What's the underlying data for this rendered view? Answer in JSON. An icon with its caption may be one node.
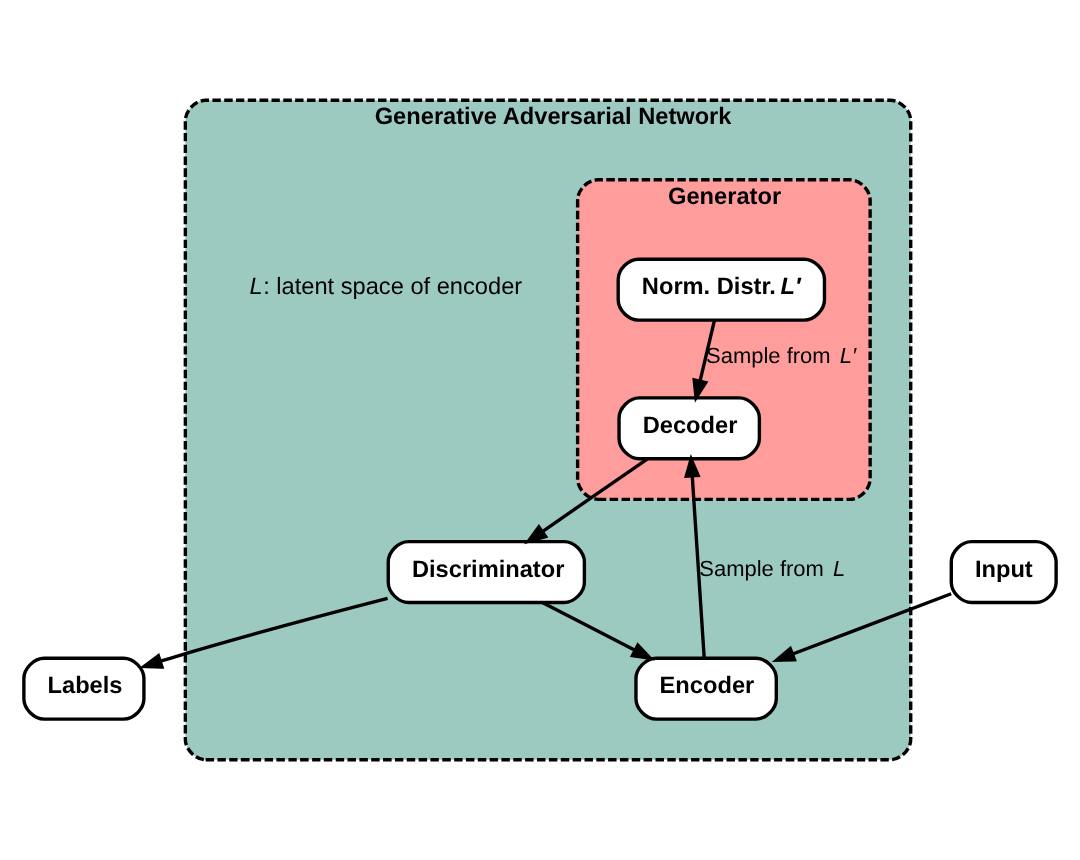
{
  "diagram": {
    "nodes": [
      {
        "text": [
          "Generative Adversarial Network"
        ]
      },
      {
        "text": [
          "Input"
        ]
      },
      {
        "text": [
          "Encoder"
        ],
        "in": 0
      },
      {
        "text": [
          "Generator"
        ],
        "in": 0
      },
      {
        "text": [
          "Norm. Distr. *L′*"
        ],
        "in": 3
      },
      {
        "text": [
          "Decoder"
        ],
        "in": 3
      },
      {
        "text": [
          "Discriminator"
        ],
        "in": 0
      },
      {
        "text": [
          "Labels"
        ]
      }
    ],
    "edges": [
      {
        "from": 1,
        "to": 2,
        "arrow": "to"
      },
      {
        "from": 2,
        "to": 5,
        "arrow": "to",
        "label": "Sample from *L*"
      },
      {
        "from": 4,
        "to": 5,
        "arrow": "to",
        "label": "Sample from *L′*"
      },
      {
        "from": 5,
        "to": 6,
        "arrow": "to"
      },
      {
        "from": 6,
        "to": 2,
        "arrow": "to"
      },
      {
        "from": 6,
        "to": 7,
        "arrow": "to"
      }
    ],
    "labels": [
      "*L*: latent space of encoder"
    ]
  }
}
